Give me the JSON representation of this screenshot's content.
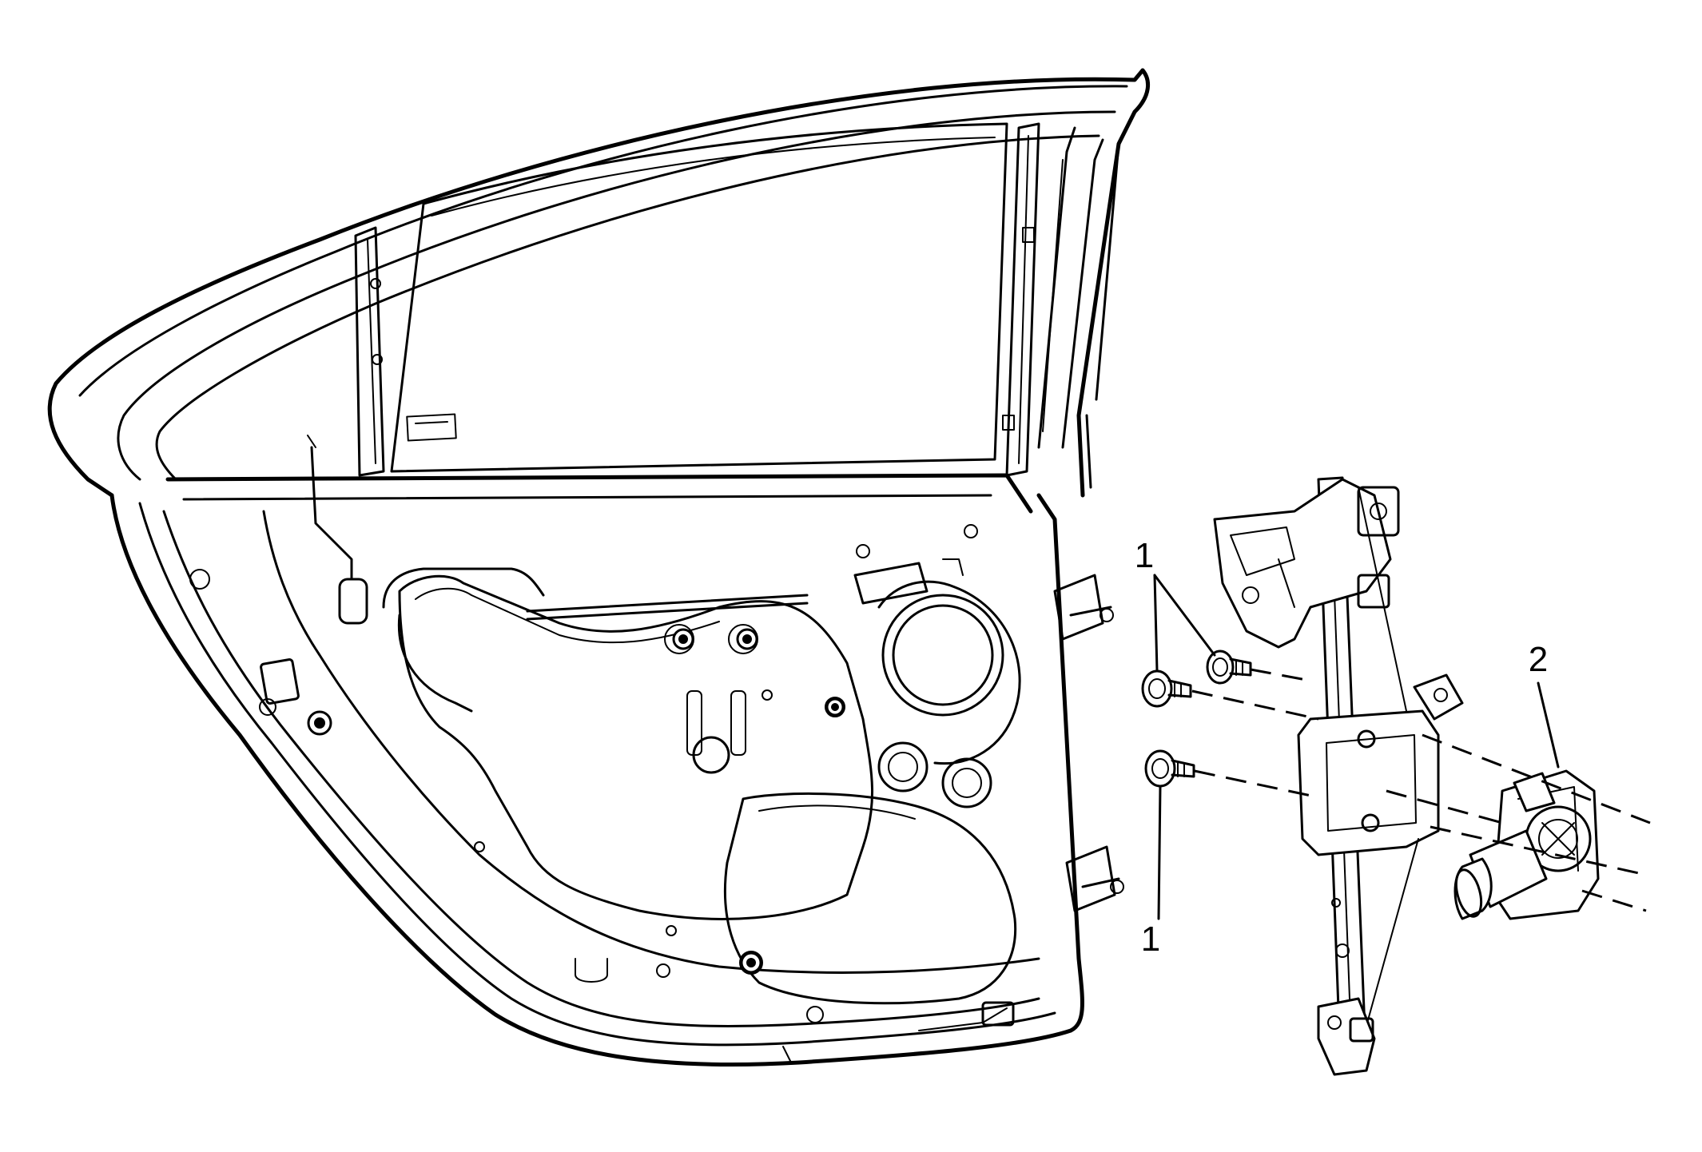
{
  "figure": {
    "callouts": [
      {
        "label": "1",
        "part": "fastener"
      },
      {
        "label": "1",
        "part": "fastener"
      },
      {
        "label": "2",
        "part": "window-regulator-motor"
      }
    ]
  }
}
